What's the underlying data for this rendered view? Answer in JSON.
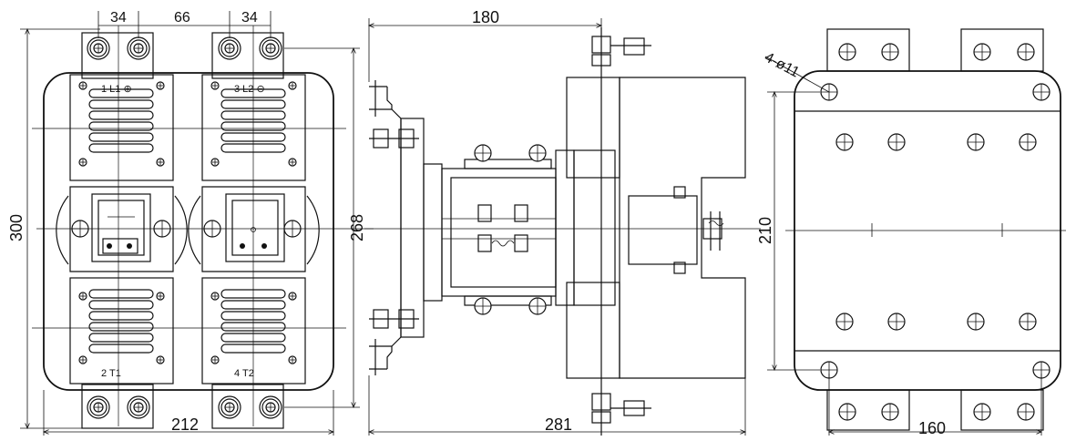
{
  "drawing": {
    "front_view": {
      "dim_top_left_pitch": "34",
      "dim_top_gap": "66",
      "dim_top_right_pitch": "34",
      "dim_overall_height": "300",
      "dim_mount_height": "268",
      "dim_overall_width": "212",
      "terminal_labels": {
        "t1": "1  L1 ⊕",
        "t3": "3  L2 ⊖",
        "t2": "2  T1",
        "t4": "4  T2"
      }
    },
    "side_view": {
      "dim_top_width": "180",
      "dim_overall_depth": "281"
    },
    "top_view": {
      "dim_holes": "4-ø11",
      "dim_mount_height": "210",
      "dim_mount_width": "160"
    }
  },
  "colors": {
    "line": "#111111",
    "background": "#ffffff"
  }
}
